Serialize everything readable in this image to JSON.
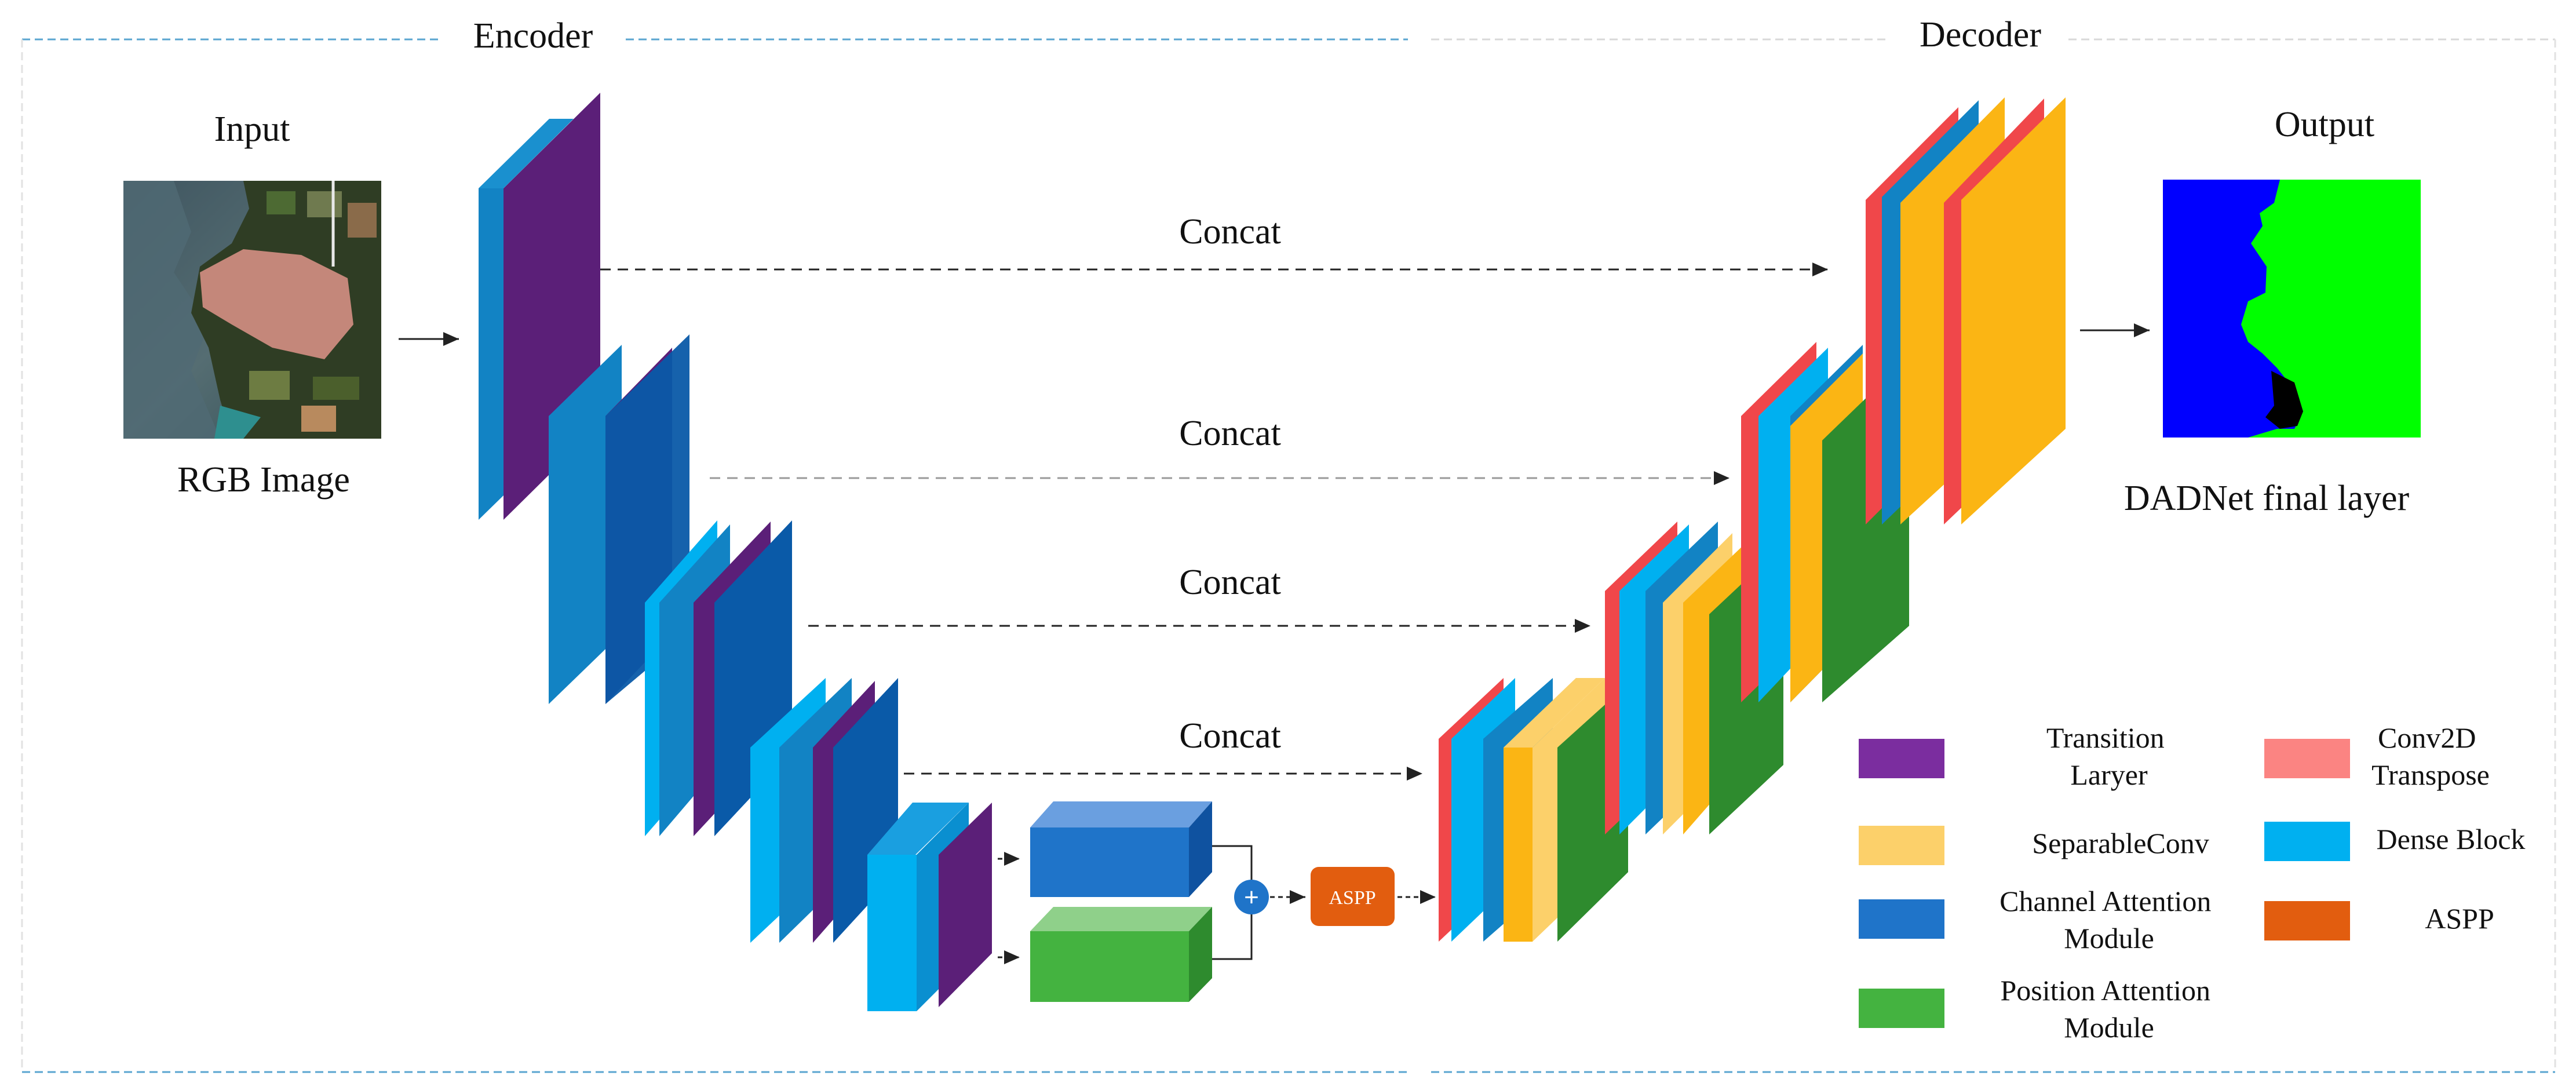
{
  "sections": {
    "encoder": "Encoder",
    "decoder": "Decoder"
  },
  "input": {
    "title": "Input",
    "caption": "RGB Image"
  },
  "output": {
    "title": "Output",
    "caption": "DADNet final layer"
  },
  "skip_connections": [
    "Concat",
    "Concat",
    "Concat",
    "Concat"
  ],
  "aspp_block": "ASPP",
  "sum_symbol": "+",
  "legend": [
    {
      "lines": [
        "Transition",
        "Laryer"
      ],
      "color": "#7b2d9f"
    },
    {
      "lines": [
        "SeparableConv"
      ],
      "color": "#fcd06a"
    },
    {
      "lines": [
        "Channel Attention",
        "Module"
      ],
      "color": "#1f74c9"
    },
    {
      "lines": [
        "Position Attention",
        "Module"
      ],
      "color": "#44b340"
    },
    {
      "lines": [
        "Conv2D",
        "Transpose"
      ],
      "color": "#fb8482"
    },
    {
      "lines": [
        "Dense Block"
      ],
      "color": "#00b0f0"
    },
    {
      "lines": [
        "ASPP"
      ],
      "color": "#e25d0f"
    }
  ],
  "colors": {
    "transition": "#5b1f78",
    "encoder_block_dark": "#0a5aa8",
    "encoder_block_mid": "#1283c4",
    "dense": "#00b0f0",
    "conv2d_transpose": "#f0474a",
    "separable": "#fbb514",
    "position_attention": "#2e8b2e",
    "aspp": "#e25d0f",
    "ocean_class": "#0000ff",
    "land_class": "#00ff00"
  }
}
